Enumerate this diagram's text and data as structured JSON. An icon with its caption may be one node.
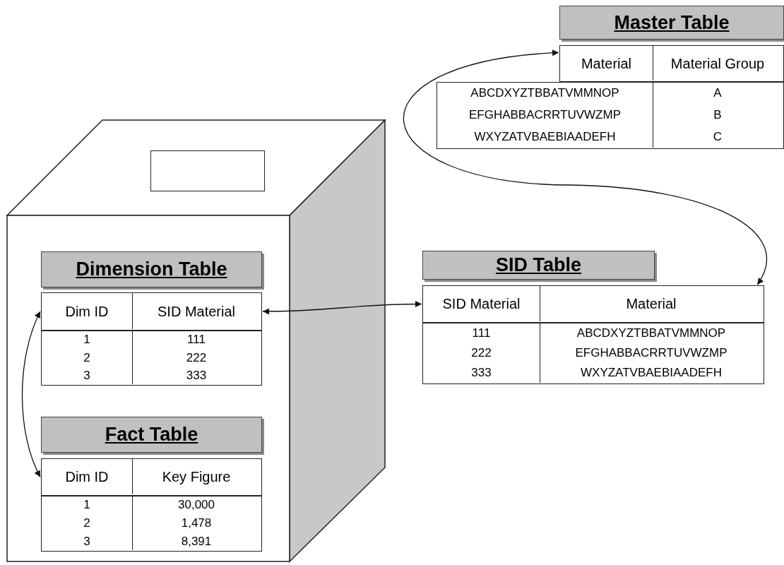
{
  "diagram": {
    "nodes": [
      {
        "text": [],
        "shape": "cube"
      },
      {
        "text": [],
        "shape": "box"
      },
      {
        "text": [
          "Dimension Table",
          "Dim ID",
          "SID Material",
          "1",
          "111",
          "2",
          "222",
          "3",
          "333"
        ],
        "in": 0
      },
      {
        "text": [
          "Fact Table",
          "Dim ID",
          "Key Figure",
          "1",
          "30,000",
          "2",
          "1,478",
          "3",
          "8,391"
        ],
        "in": 0
      },
      {
        "text": [
          "SID Table",
          "SID Material",
          "Material",
          "111",
          "ABCDXYZTBBATVMMNOP",
          "222",
          "EFGHABBACRRTUVWZMP",
          "333",
          "WXYZATVBAEBIAADEFH"
        ]
      },
      {
        "text": [
          "Master Table",
          "Material",
          "Material Group",
          "ABCDXYZTBBATVMMNOP",
          "A",
          "EFGHABBACRRTUVWZMP",
          "B",
          "WXYZATVBAEBIAADEFH",
          "C"
        ]
      }
    ],
    "edges": [
      {
        "from": 5,
        "to": 4,
        "arrow": "both"
      },
      {
        "from": 2,
        "to": 4,
        "arrow": "both"
      },
      {
        "from": 2,
        "to": 3,
        "arrow": "both"
      }
    ]
  }
}
